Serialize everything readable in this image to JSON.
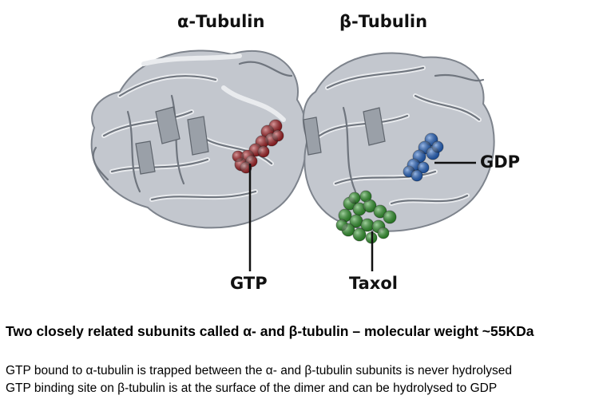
{
  "figure": {
    "labels": {
      "alpha_tubulin": "α-Tubulin",
      "beta_tubulin": "β-Tubulin",
      "gtp": "GTP",
      "gdp": "GDP",
      "taxol": "Taxol"
    },
    "colors": {
      "protein": "#b7bcc4",
      "gtp": "#a81d22",
      "gdp": "#1f63c8",
      "taxol": "#2f9a2a"
    }
  },
  "text": {
    "heading": "Two closely related subunits called α- and β-tubulin – molecular weight ~55KDa",
    "lines": [
      "GTP bound to α-tubulin is trapped between the α- and β-tubulin subunits is never hydrolysed",
      "GTP binding site on β-tubulin is at the surface of the dimer and can be hydrolysed to GDP"
    ]
  }
}
